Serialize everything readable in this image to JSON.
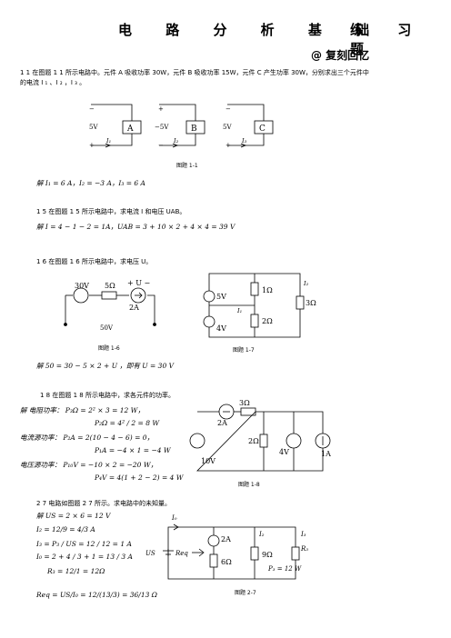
{
  "header": {
    "title_left": "电 路 分 析 基 础",
    "title_right": "练 习 题",
    "subtitle": "@ 复刻回忆"
  },
  "q11": {
    "text1": "1 1   在图题 1 1 所示电路中。元件 A 吸收功率 30W，元件 B 吸收功率 15W，元件 C 产生功率 30W，分别求出三个元件中",
    "text2": "的电流 I ₁ 、I ₂ ，I ₃ 。",
    "caption": "图题 1-1",
    "labels": {
      "A": "A",
      "B": "B",
      "C": "C",
      "v5": "5V",
      "vm5": "−5V",
      "i1": "I₁",
      "i2": "I₂",
      "i3": "I₃",
      "plus": "+",
      "minus": "−"
    },
    "solution": "解    I₁ = 6 A，I₂ = −3 A，I₃ = 6 A"
  },
  "q15": {
    "text": "1 5   在图题 1 5 所示电路中，求电流 I 和电压 UAB。",
    "solution": "解    I = 4 − 1 − 2 = 1A，UAB = 3 + 10 × 2 + 4 × 4 = 39 V"
  },
  "q16": {
    "text": "1 6   在图题 1 6 所示电路中，求电压 U。",
    "caption6": "图题 1-6",
    "caption7": "图题 1-7",
    "labels": {
      "v30": "30V",
      "r5": "5Ω",
      "u": "+  U  −",
      "a2": "2A",
      "v50": "50V",
      "v5": "5V",
      "v4": "4V",
      "r1": "1Ω",
      "r2": "2Ω",
      "r3": "3Ω",
      "i1": "I₁",
      "i2": "I₂"
    },
    "solution": "解    50 = 30 − 5 × 2 + U ，即有  U = 30 V"
  },
  "q18": {
    "text": "1 8   在图题 1 8 所示电路中，求各元件的功率。",
    "lines": [
      "解    电阻功率：  P₃Ω = 2² × 3 = 12 W，",
      "P₂Ω = 4² / 2 = 8 W",
      "电流源功率：  P₂A = 2(10 − 4 − 6) = 0，",
      "P₁A = −4 × 1 = −4 W",
      "电压源功率：  P₁₀V = −10 × 2 = −20 W，",
      "P₄V = 4(1 + 2 − 2) = 4 W"
    ],
    "caption": "图题 1-8",
    "labels": {
      "r3": "3Ω",
      "a2": "2A",
      "v10": "10V",
      "r2": "2Ω",
      "v4": "4V",
      "a1": "1A"
    }
  },
  "q27": {
    "text": "2 7   电路如图题 2 7 所示。求电路中的未知量。",
    "lines": [
      "解    US = 2 × 6 = 12 V",
      "I₂ = 12/9 = 4/3 A",
      "I₃ = P₃ / US = 12 / 12 = 1 A",
      "I₀ = 2 + 4 / 3 + 1 = 13 / 3 A",
      "R₃ = 12/1 = 12Ω",
      "Req = US/I₀ = 12/(13/3) = 36/13 Ω"
    ],
    "caption": "图题 2-7",
    "labels": {
      "i0": "I₀",
      "us": "US",
      "req": "Req",
      "a2": "2A",
      "r6": "6Ω",
      "r9": "9Ω",
      "i2": "I₂",
      "i3": "I₃",
      "r3": "R₃",
      "p3": "P₃ = 12 W"
    }
  }
}
